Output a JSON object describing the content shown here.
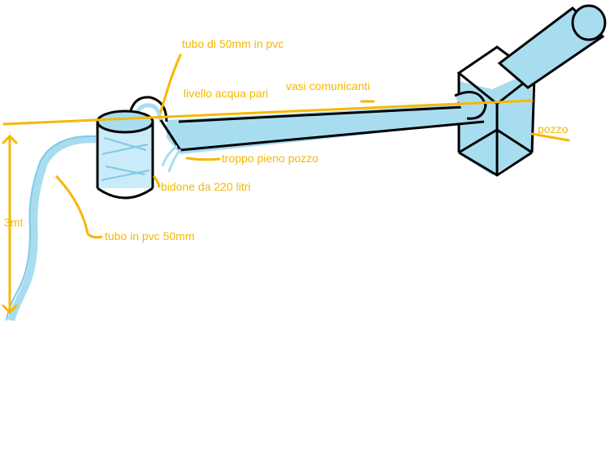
{
  "colors": {
    "label": "#f5b800",
    "water": "#a8ddf0",
    "water_light": "#c9ecf8",
    "outline": "#000000",
    "background": "#ffffff"
  },
  "labels": {
    "tube_top": "tubo di 50mm in pvc",
    "water_level": "livello acqua pari",
    "connected_vessels": "vasi comunicanti",
    "well": "pozzo",
    "well_overflow": "troppo pieno pozzo",
    "tank": "bidone da 220 litri",
    "tube_bottom": "tubo in pvc 50mm",
    "height": "3mt"
  }
}
